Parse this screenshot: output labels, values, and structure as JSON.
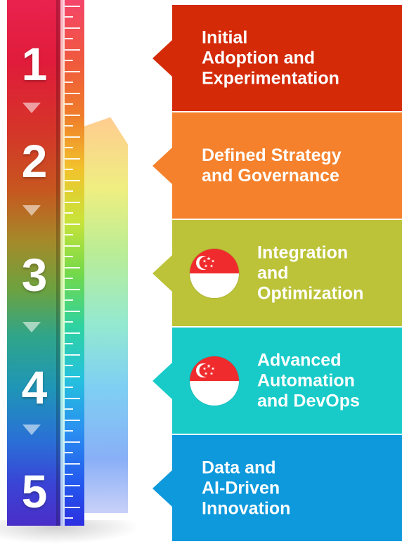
{
  "steps": [
    {
      "number": "1",
      "label": "Initial\nAdoption and\nExperimentation",
      "color": "#d42a08",
      "flag": null
    },
    {
      "number": "2",
      "label": "Defined Strategy\nand Governance",
      "color": "#f5812c",
      "flag": null
    },
    {
      "number": "3",
      "label": "Integration\nand\nOptimization",
      "color": "#bcc338",
      "flag": "singapore-flag-icon"
    },
    {
      "number": "4",
      "label": "Advanced\nAutomation\nand DevOps",
      "color": "#18cbc9",
      "flag": "singapore-flag-icon"
    },
    {
      "number": "5",
      "label": "Data and\nAI-Driven\nInnovation",
      "color": "#0d99dc",
      "flag": null
    }
  ]
}
